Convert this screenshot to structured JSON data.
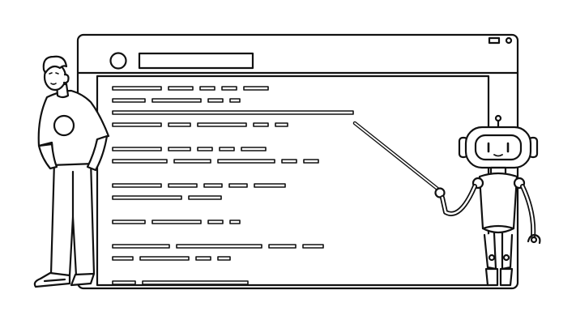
{
  "illustration": {
    "line_color": "#111111",
    "fill_color": "#ffffff",
    "browser_window": {
      "address_bar_text": "",
      "window_controls": [
        "minimize-icon",
        "close-icon"
      ],
      "code_lines": [
        [
          60,
          30,
          18,
          18,
          30
        ],
        [
          40,
          60,
          18,
          12
        ],
        [
          297
        ],
        [
          60,
          27,
          60,
          18,
          15
        ],
        [],
        [
          60,
          27,
          18,
          18,
          30
        ],
        [
          67,
          45,
          70,
          18,
          18
        ],
        [],
        [
          60,
          35,
          22,
          22,
          38
        ],
        [
          85,
          40
        ],
        [],
        [
          40,
          60,
          18,
          12
        ],
        [],
        [
          70,
          105,
          33,
          25
        ],
        [
          25,
          60,
          18,
          15
        ],
        [],
        [
          28,
          130
        ]
      ]
    },
    "characters": [
      "man",
      "robot"
    ],
    "pointer": "pointer-stick-icon"
  }
}
